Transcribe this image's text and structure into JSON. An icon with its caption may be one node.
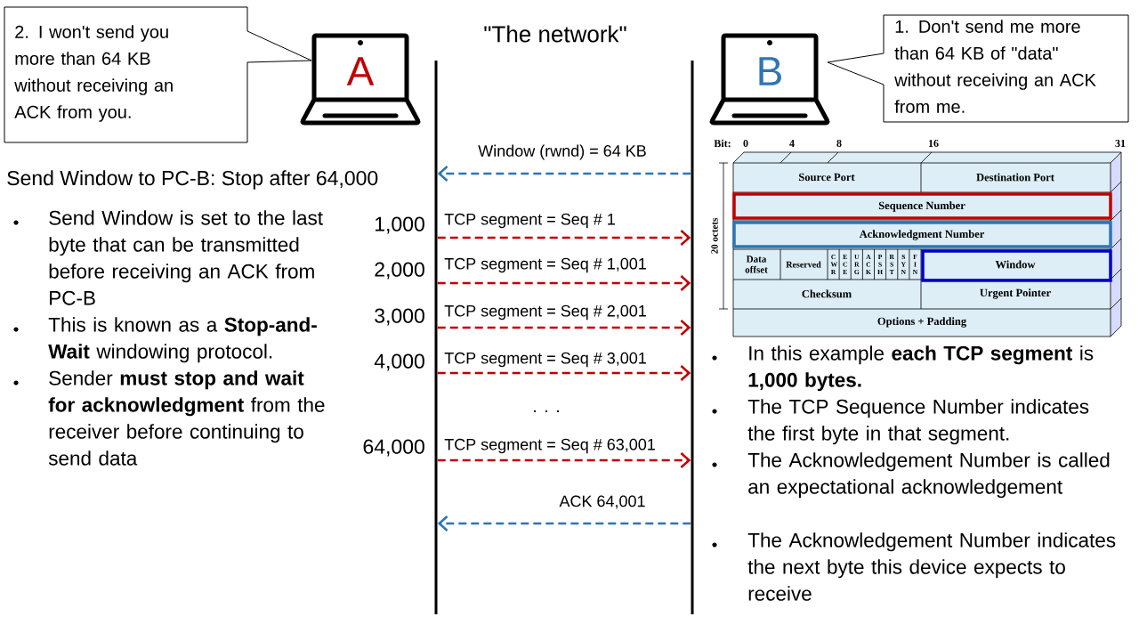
{
  "diagram": {
    "title": "\"The network\"",
    "nodes": [
      {
        "text": [
          "2. I won't send you more than 64 KB without receiving an ACK from you."
        ]
      },
      {
        "text": [
          "A"
        ]
      },
      {
        "text": [
          "1. Don't send me more than 64 KB of \"data\" without receiving an ACK  from me."
        ]
      },
      {
        "text": [
          "B"
        ]
      },
      {
        "text": [],
        "shape": "bar"
      },
      {
        "text": [],
        "shape": "bar"
      }
    ],
    "edges": [
      {
        "from": 5,
        "to": 4,
        "arrow": "to",
        "label": "Window (rwnd) = 64 KB",
        "style": "dashed",
        "color": "#2e75b6"
      },
      {
        "from": 4,
        "to": 5,
        "arrow": "to",
        "label": "TCP segment = Seq # 1",
        "style": "dashed"
      },
      {
        "from": 4,
        "to": 5,
        "arrow": "to",
        "label": "TCP segment = Seq # 1,001",
        "style": "dashed"
      },
      {
        "from": 4,
        "to": 5,
        "arrow": "to",
        "label": "TCP segment = Seq # 2,001",
        "style": "dashed"
      },
      {
        "from": 4,
        "to": 5,
        "arrow": "to",
        "label": "TCP segment = Seq # 3,001",
        "style": "dashed"
      },
      {
        "from": 4,
        "to": 5,
        "arrow": "to",
        "label": "TCP segment = Seq # 63,001",
        "style": "dashed"
      },
      {
        "from": 5,
        "to": 4,
        "arrow": "to",
        "label": "ACK 64,001",
        "style": "dashed",
        "color": "#2e75b6"
      }
    ],
    "labels": [
      "Bit:",
      "0",
      "4",
      "8",
      "16",
      "31",
      "20 octets",
      "Source Port",
      "Destination Port",
      "Sequence Number",
      "Acknowledgment Number",
      "Data offset",
      "Reserved",
      "C W R",
      "E C E",
      "U R G",
      "A C K",
      "P S H",
      "R S T",
      "S Y N",
      "F I N",
      "Window",
      "Checksum",
      "Urgent Pointer",
      "Options + Padding",
      "Send Window to PC-B: Stop after 64,000",
      "Send Window is set to the last byte that can be transmitted before receiving an ACK from PC-B",
      "This is known as a **Stop-and-Wait** windowing protocol.",
      "Sender **must stop and wait for acknowledgment** from the receiver before continuing to send data",
      "1,000",
      "2,000",
      "3,000",
      "4,000",
      "64,000",
      ". . .",
      "In this example **each TCP segment** is **1,000 bytes.**",
      "The TCP Sequence Number indicates the first byte in that segment.",
      "The Acknowledgement Number is called an expectational acknowledgement",
      "The Acknowledgement Number indicates the next byte this device expects to receive"
    ]
  }
}
